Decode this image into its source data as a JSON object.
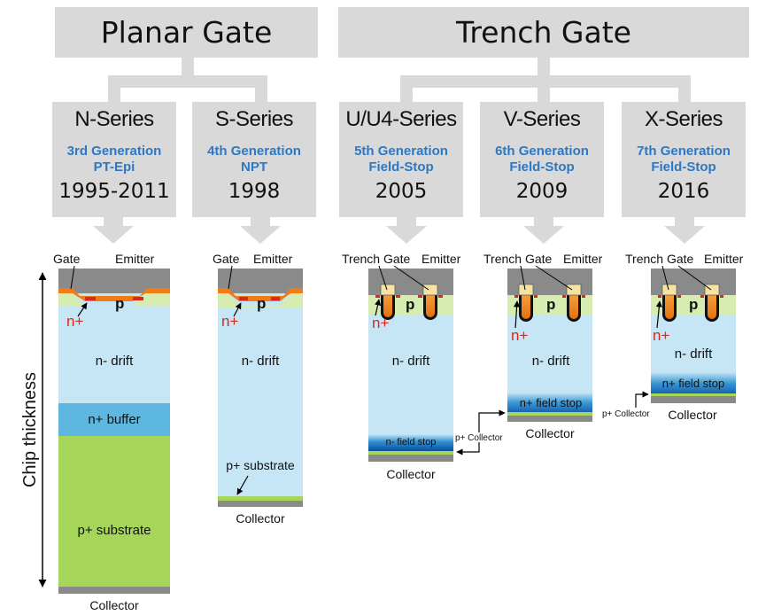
{
  "categories": {
    "planar": "Planar Gate",
    "trench": "Trench Gate"
  },
  "series": [
    {
      "name": "N-Series",
      "generation": "3rd Generation",
      "structure": "PT-Epi",
      "years": "1995-2011"
    },
    {
      "name": "S-Series",
      "generation": "4th Generation",
      "structure": "NPT",
      "years": "1998"
    },
    {
      "name": "U/U4-Series",
      "generation": "5th Generation",
      "structure": "Field-Stop",
      "years": "2005"
    },
    {
      "name": "V-Series",
      "generation": "6th Generation",
      "structure": "Field-Stop",
      "years": "2009"
    },
    {
      "name": "X-Series",
      "generation": "7th Generation",
      "structure": "Field-Stop",
      "years": "2016"
    }
  ],
  "labels": {
    "gate": "Gate",
    "trench_gate": "Trench Gate",
    "emitter": "Emitter",
    "p": "p",
    "n_plus": "n+",
    "n_drift": "n- drift",
    "n_buffer": "n+ buffer",
    "p_substrate": "p+ substrate",
    "collector": "Collector",
    "p_collector": "p+ Collector",
    "n_field_stop_lower": "n- field stop",
    "n_field_stop": "n+ field stop",
    "chip_thickness": "Chip thickness"
  },
  "colors": {
    "box_gray": "#d9d9d9",
    "metal_gray": "#8a8a8a",
    "drift_blue": "#c6e5f5",
    "buffer_blue": "#5db7e0",
    "substrate_green": "#a5d65a",
    "p_green": "#d6ecb1",
    "gate_orange": "#f07c16",
    "n_plus_red": "#d62a1e",
    "title_blue": "#2e78c3"
  }
}
